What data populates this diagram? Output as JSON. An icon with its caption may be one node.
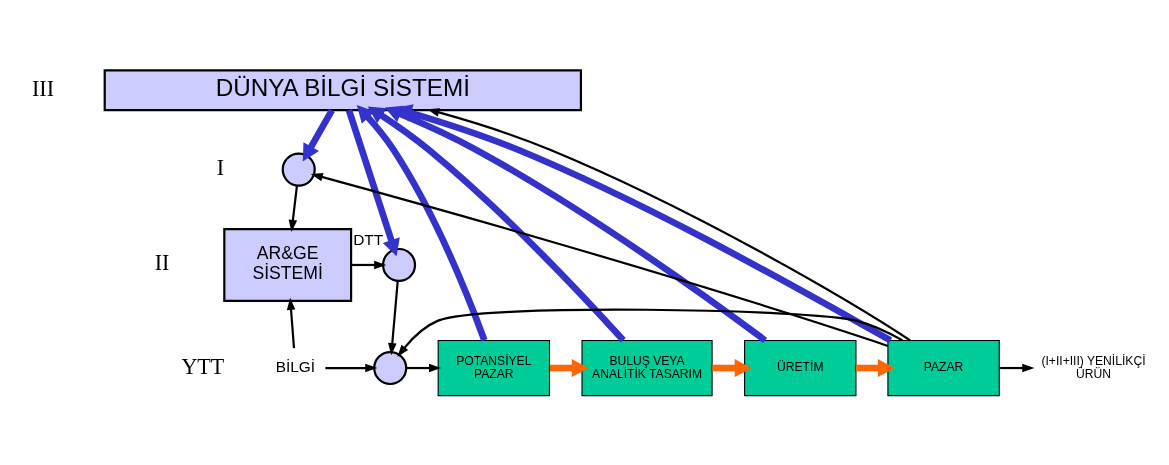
{
  "diagram": {
    "nodes": [
      {
        "text": [
          "DÜNYA BİLGİ SİSTEMİ"
        ]
      },
      {
        "text": [],
        "shape": "circle"
      },
      {
        "text": [
          "AR&GE SİSTEMİ"
        ]
      },
      {
        "text": [],
        "shape": "circle",
        "beside": [
          "DTT"
        ]
      },
      {
        "text": [],
        "shape": "circle"
      },
      {
        "text": [
          "POTANSİYEL PAZAR"
        ]
      },
      {
        "text": [
          "BULUŞ VEYA ANALİTİK TASARIM"
        ]
      },
      {
        "text": [
          "ÜRETİM"
        ]
      },
      {
        "text": [
          "PAZAR"
        ]
      },
      {
        "text": [
          "(I+II+III) YENİLİKÇİ ÜRÜN"
        ]
      },
      {
        "text": [
          "BİLGİ"
        ]
      }
    ],
    "edges": [
      {
        "from": 0,
        "to": 1,
        "arrow": "to",
        "style": "thick",
        "color": "#3333cc"
      },
      {
        "from": 0,
        "to": 3,
        "arrow": "to",
        "style": "thick",
        "color": "#3333cc"
      },
      {
        "from": 1,
        "to": 2,
        "arrow": "to"
      },
      {
        "from": 10,
        "to": 2,
        "arrow": "to"
      },
      {
        "from": 2,
        "to": 3,
        "arrow": "to"
      },
      {
        "from": 3,
        "to": 4,
        "arrow": "to"
      },
      {
        "from": 10,
        "to": 4,
        "arrow": "to"
      },
      {
        "from": 4,
        "to": 5,
        "arrow": "to"
      },
      {
        "from": 5,
        "to": 6,
        "arrow": "to",
        "style": "thick",
        "color": "#ff6600"
      },
      {
        "from": 6,
        "to": 7,
        "arrow": "to",
        "style": "thick",
        "color": "#ff6600"
      },
      {
        "from": 7,
        "to": 8,
        "arrow": "to",
        "style": "thick",
        "color": "#ff6600"
      },
      {
        "from": 8,
        "to": 9,
        "arrow": "to"
      },
      {
        "from": 5,
        "to": 0,
        "arrow": "to",
        "style": "thick",
        "color": "#3333cc"
      },
      {
        "from": 6,
        "to": 0,
        "arrow": "to",
        "style": "thick",
        "color": "#3333cc"
      },
      {
        "from": 7,
        "to": 0,
        "arrow": "to",
        "style": "thick",
        "color": "#3333cc"
      },
      {
        "from": 8,
        "to": 0,
        "arrow": "to",
        "style": "thick",
        "color": "#3333cc"
      },
      {
        "from": 8,
        "to": 0,
        "arrow": "to"
      },
      {
        "from": 8,
        "to": 1,
        "arrow": "to"
      },
      {
        "from": 8,
        "to": 4,
        "arrow": "to"
      }
    ],
    "labels": [
      "III",
      "II",
      "I",
      "YTT"
    ]
  }
}
